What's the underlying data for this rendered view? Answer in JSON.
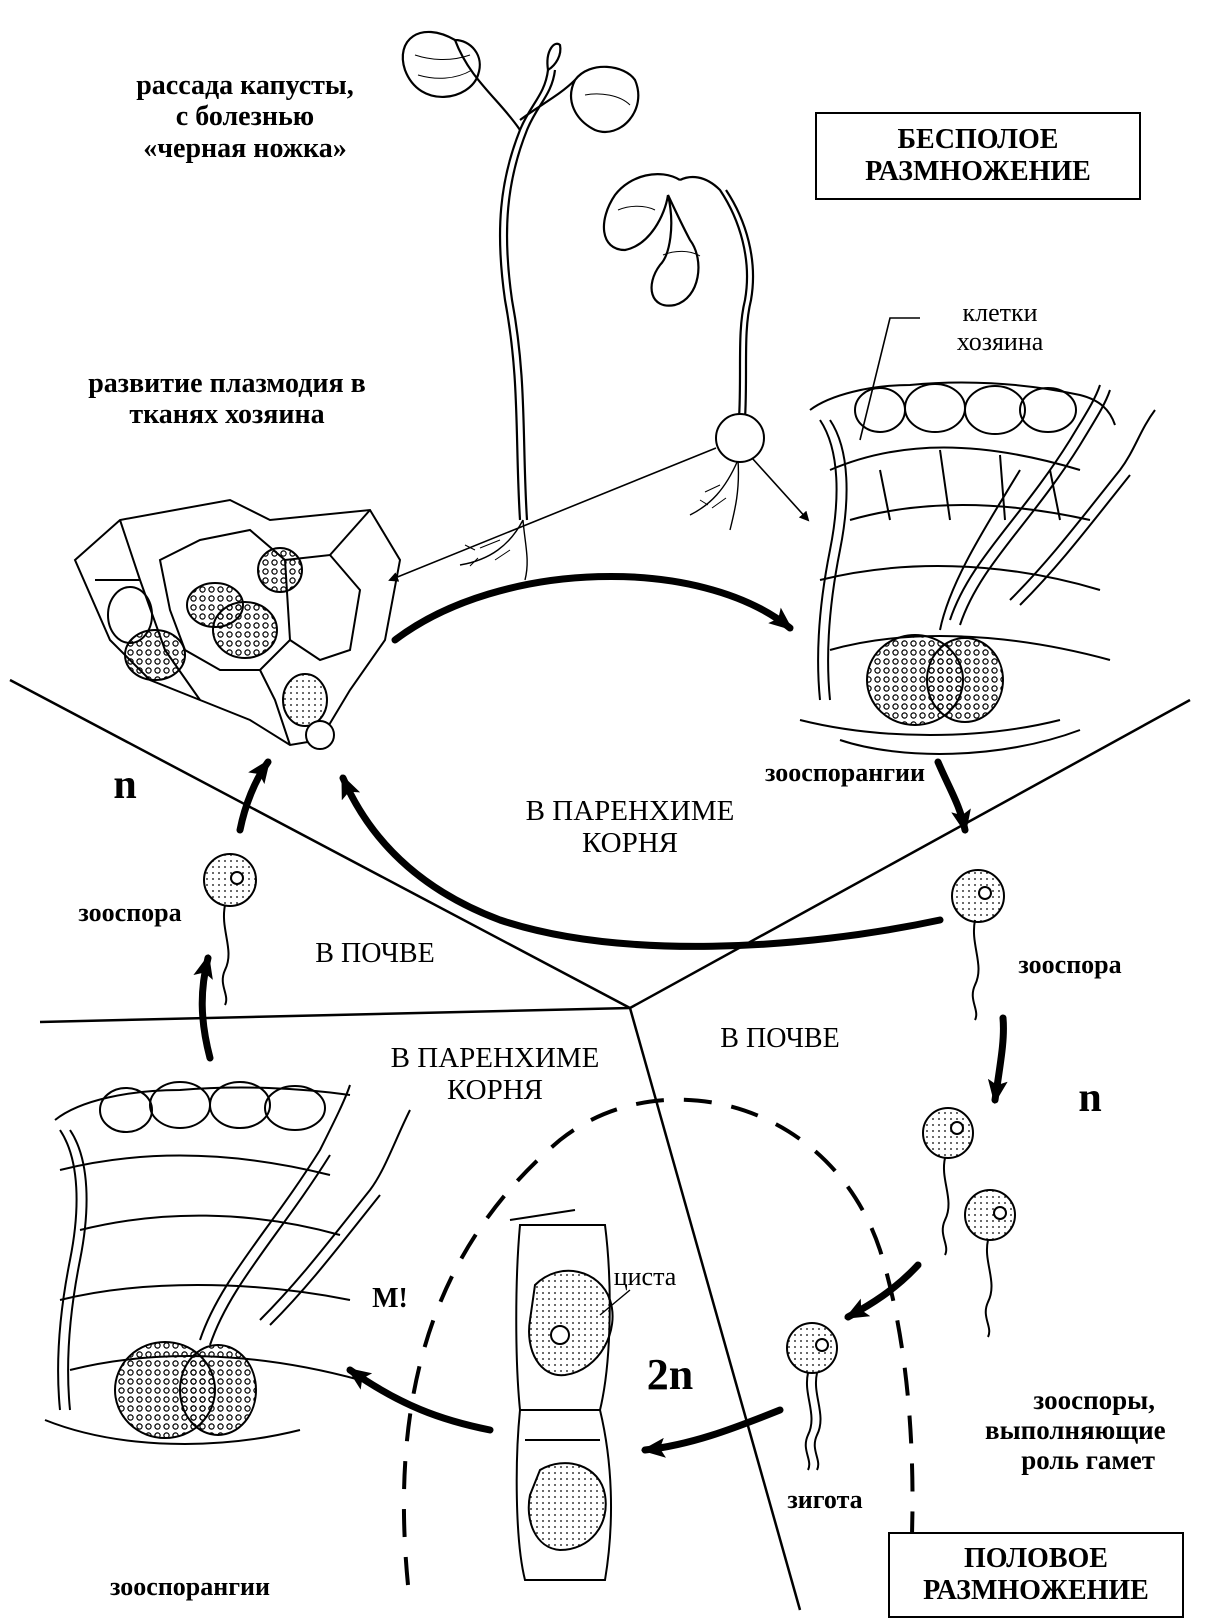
{
  "labels": {
    "seedlings": [
      "рассада капусты,",
      "с болезнью",
      "«черная ножка»"
    ],
    "asexual_box": [
      "БЕСПОЛОЕ",
      "РАЗМНОЖЕНИЕ"
    ],
    "host_cells": [
      "клетки",
      "хозяина"
    ],
    "plasmodium": [
      "развитие плазмодия в",
      "тканях хозяина"
    ],
    "zoosporangia_top": "зооспорангии",
    "parenchyma_top": [
      "В ПАРЕНХИМЕ",
      "КОРНЯ"
    ],
    "ploidy_left": "n",
    "zoospore_left": "зооспора",
    "soil_left": "В ПОЧВЕ",
    "zoospore_right": "зооспора",
    "soil_right": "В ПОЧВЕ",
    "parenchyma_bottom": [
      "В ПАРЕНХИМЕ",
      "КОРНЯ"
    ],
    "ploidy_right": "n",
    "cyst": "циста",
    "meiosis": "М!",
    "diploid": "2n",
    "gametes": [
      "зооспоры,",
      "выполняющие",
      "роль гамет"
    ],
    "zygote": "зигота",
    "sexual_box": [
      "ПОЛОВОЕ",
      "РАЗМНОЖЕНИЕ"
    ],
    "zoosporangia_bottom": "зооспорангии"
  }
}
